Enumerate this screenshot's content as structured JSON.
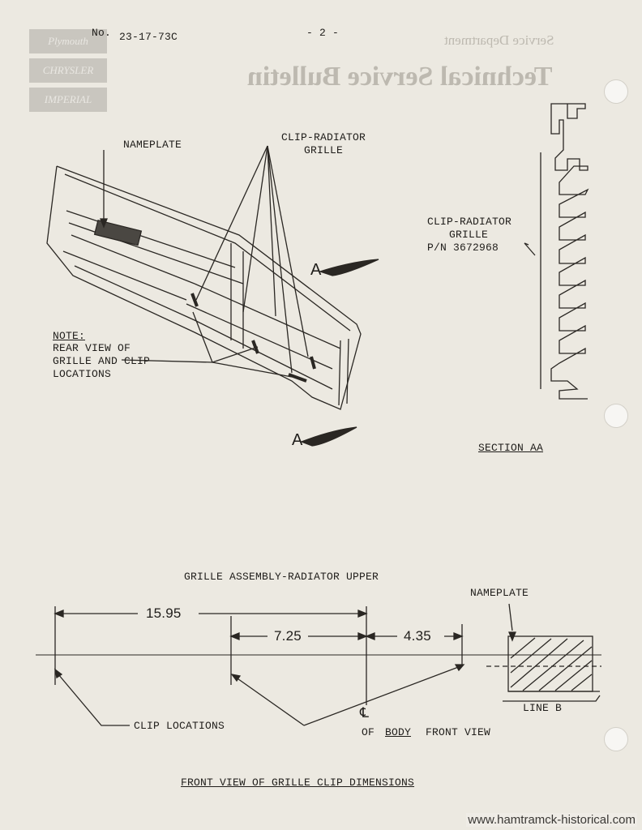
{
  "header": {
    "number_label": "No.",
    "number_value": "23-17-73C",
    "page_number": "- 2 -"
  },
  "bleed_through": {
    "department": "Service Department",
    "bulletin_title": "Technical Service Bulletin",
    "logo_lines": [
      "Plymouth",
      "CHRYSLER",
      "IMPERIAL"
    ]
  },
  "diagram_top": {
    "nameplate_label": "NAMEPLATE",
    "clip_label_line1": "CLIP-RADIATOR",
    "clip_label_line2": "GRILLE",
    "section_marker_upper": "A",
    "section_marker_lower": "A",
    "note_title": "NOTE:",
    "note_line1": "REAR VIEW OF",
    "note_line2": "GRILLE AND CLIP",
    "note_line3": "LOCATIONS"
  },
  "section_aa": {
    "clip_line1": "CLIP-RADIATOR",
    "clip_line2": "GRILLE",
    "part_number": "P/N 3672968",
    "caption": "SECTION AA"
  },
  "diagram_bottom": {
    "assembly_title": "GRILLE ASSEMBLY-RADIATOR UPPER",
    "dim_outer": "15.95",
    "dim_middle": "7.25",
    "dim_right": "4.35",
    "nameplate_label": "NAMEPLATE",
    "clip_locations_label": "CLIP LOCATIONS",
    "centerline_symbol": "℄",
    "centerline_prefix": "OF",
    "centerline_body": "BODY",
    "centerline_suffix": "FRONT VIEW",
    "line_b_label": "LINE B",
    "caption": "FRONT VIEW OF GRILLE CLIP DIMENSIONS"
  },
  "watermark": "www.hamtramck-historical.com"
}
